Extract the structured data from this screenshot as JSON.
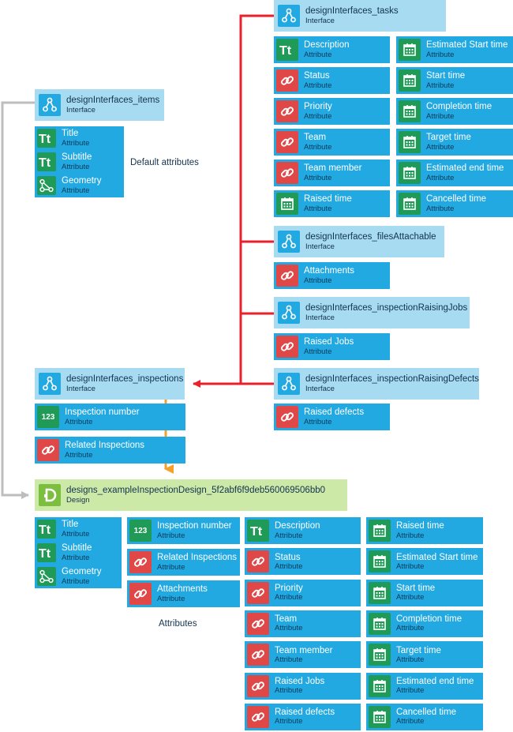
{
  "labels": {
    "default_attributes": "Default attributes",
    "attributes": "Attributes"
  },
  "colors": {
    "interface_bg": "#a6dbf2",
    "design_bg": "#cde9a8",
    "attribute_bg": "#23a9e1",
    "text_icon": "#1f9b57",
    "link_icon": "#e04848",
    "inherit_red": "#e8212b",
    "inherit_gray": "#bdbdbd",
    "inherit_orange": "#f5a02a"
  },
  "nodes": {
    "tasks": {
      "name": "designInterfaces_tasks",
      "type": "Interface",
      "icon": "interface-icon"
    },
    "items": {
      "name": "designInterfaces_items",
      "type": "Interface",
      "icon": "interface-icon"
    },
    "files": {
      "name": "designInterfaces_filesAttachable",
      "type": "Interface",
      "icon": "interface-icon"
    },
    "jobs": {
      "name": "designInterfaces_inspectionRaisingJobs",
      "type": "Interface",
      "icon": "interface-icon"
    },
    "inspections": {
      "name": "designInterfaces_inspections",
      "type": "Interface",
      "icon": "interface-icon"
    },
    "defects": {
      "name": "designInterfaces_inspectionRaisingDefects",
      "type": "Interface",
      "icon": "interface-icon"
    },
    "design": {
      "name": "designs_exampleInspectionDesign_5f2abf6f9deb560069506bb0",
      "type": "Design",
      "icon": "design-icon"
    }
  },
  "attributes": {
    "tasks_col1": [
      {
        "name": "Description",
        "type": "Attribute",
        "icon": "text-icon"
      },
      {
        "name": "Status",
        "type": "Attribute",
        "icon": "link-icon"
      },
      {
        "name": "Priority",
        "type": "Attribute",
        "icon": "link-icon"
      },
      {
        "name": "Team",
        "type": "Attribute",
        "icon": "link-icon"
      },
      {
        "name": "Team member",
        "type": "Attribute",
        "icon": "link-icon"
      },
      {
        "name": "Raised time",
        "type": "Attribute",
        "icon": "calendar-icon"
      }
    ],
    "tasks_col2": [
      {
        "name": "Estimated Start time",
        "type": "Attribute",
        "icon": "calendar-icon"
      },
      {
        "name": "Start time",
        "type": "Attribute",
        "icon": "calendar-icon"
      },
      {
        "name": "Completion time",
        "type": "Attribute",
        "icon": "calendar-icon"
      },
      {
        "name": "Target time",
        "type": "Attribute",
        "icon": "calendar-icon"
      },
      {
        "name": "Estimated end time",
        "type": "Attribute",
        "icon": "calendar-icon"
      },
      {
        "name": "Cancelled time",
        "type": "Attribute",
        "icon": "calendar-icon"
      }
    ],
    "items": [
      {
        "name": "Title",
        "type": "Attribute",
        "icon": "text-icon"
      },
      {
        "name": "Subtitle",
        "type": "Attribute",
        "icon": "text-icon"
      },
      {
        "name": "Geometry",
        "type": "Attribute",
        "icon": "geometry-icon"
      }
    ],
    "files": [
      {
        "name": "Attachments",
        "type": "Attribute",
        "icon": "link-icon"
      }
    ],
    "jobs": [
      {
        "name": "Raised Jobs",
        "type": "Attribute",
        "icon": "link-icon"
      }
    ],
    "inspections": [
      {
        "name": "Inspection number",
        "type": "Attribute",
        "icon": "number-icon",
        "glyph": "123"
      },
      {
        "name": "Related Inspections",
        "type": "Attribute",
        "icon": "link-icon"
      }
    ],
    "defects": [
      {
        "name": "Raised defects",
        "type": "Attribute",
        "icon": "link-icon"
      }
    ],
    "design_col1": [
      {
        "name": "Title",
        "type": "Attribute",
        "icon": "text-icon"
      },
      {
        "name": "Subtitle",
        "type": "Attribute",
        "icon": "text-icon"
      },
      {
        "name": "Geometry",
        "type": "Attribute",
        "icon": "geometry-icon"
      }
    ],
    "design_col2": [
      {
        "name": "Inspection number",
        "type": "Attribute",
        "icon": "number-icon",
        "glyph": "123"
      },
      {
        "name": "Related Inspections",
        "type": "Attribute",
        "icon": "link-icon"
      },
      {
        "name": "Attachments",
        "type": "Attribute",
        "icon": "link-icon"
      }
    ],
    "design_col3": [
      {
        "name": "Description",
        "type": "Attribute",
        "icon": "text-icon"
      },
      {
        "name": "Status",
        "type": "Attribute",
        "icon": "link-icon"
      },
      {
        "name": "Priority",
        "type": "Attribute",
        "icon": "link-icon"
      },
      {
        "name": "Team",
        "type": "Attribute",
        "icon": "link-icon"
      },
      {
        "name": "Team member",
        "type": "Attribute",
        "icon": "link-icon"
      },
      {
        "name": "Raised Jobs",
        "type": "Attribute",
        "icon": "link-icon"
      },
      {
        "name": "Raised defects",
        "type": "Attribute",
        "icon": "link-icon"
      }
    ],
    "design_col4": [
      {
        "name": "Raised time",
        "type": "Attribute",
        "icon": "calendar-icon"
      },
      {
        "name": "Estimated Start time",
        "type": "Attribute",
        "icon": "calendar-icon"
      },
      {
        "name": "Start time",
        "type": "Attribute",
        "icon": "calendar-icon"
      },
      {
        "name": "Completion time",
        "type": "Attribute",
        "icon": "calendar-icon"
      },
      {
        "name": "Target time",
        "type": "Attribute",
        "icon": "calendar-icon"
      },
      {
        "name": "Estimated end time",
        "type": "Attribute",
        "icon": "calendar-icon"
      },
      {
        "name": "Cancelled time",
        "type": "Attribute",
        "icon": "calendar-icon"
      }
    ]
  }
}
